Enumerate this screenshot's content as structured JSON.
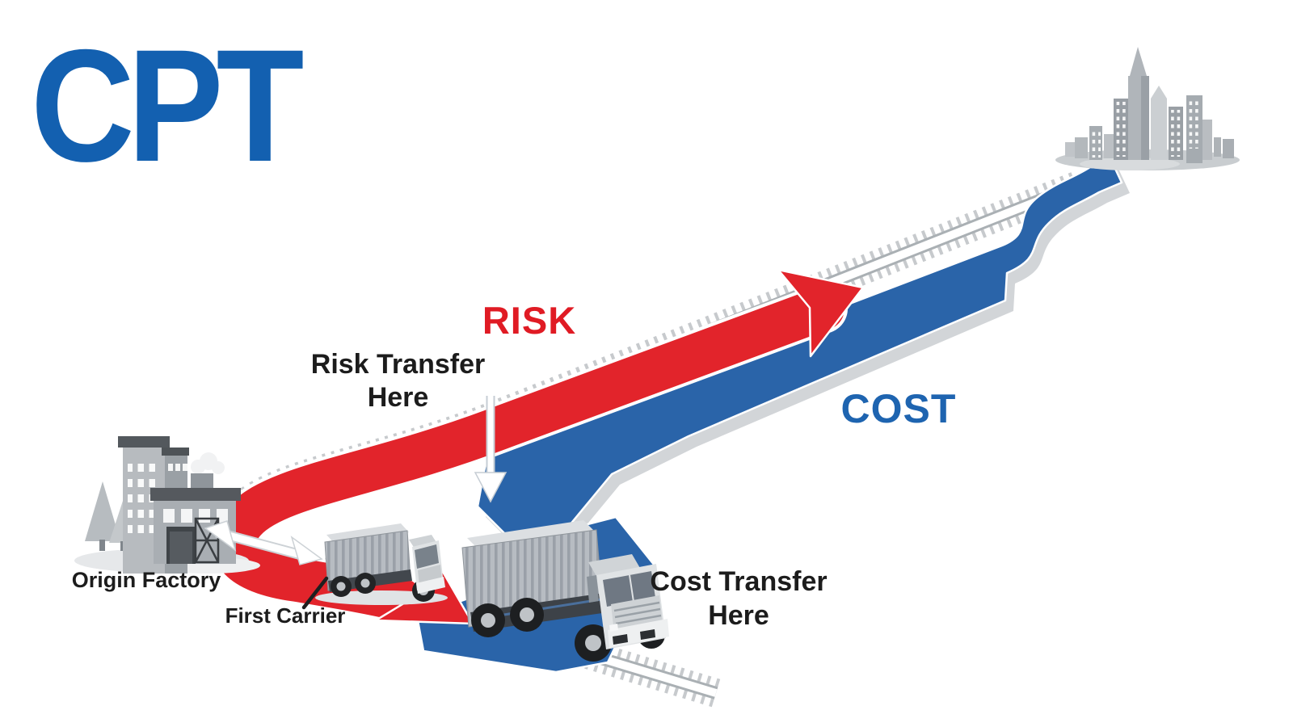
{
  "title": "CPT",
  "labels": {
    "risk": "RISK",
    "cost": "COST",
    "risk_transfer": {
      "line1": "Risk Transfer",
      "line2": "Here"
    },
    "cost_transfer": {
      "line1": "Cost Transfer",
      "line2": "Here"
    },
    "origin_factory": "Origin Factory",
    "first_carrier": "First Carrier"
  },
  "colors": {
    "title_blue": "#1360b0",
    "risk_red": "#e2242b",
    "risk_text_red": "#e01b24",
    "cost_blue": "#2a64a9",
    "cost_text_blue": "#1e64b0",
    "label_black": "#1c1c1c",
    "illustration_gray": "#b5b9bd",
    "track_gray": "#c7cacd"
  },
  "illustrations": {
    "origin_factory": "factory-buildings-with-trees-icon",
    "destination_city": "city-skyline-icon",
    "first_carrier_truck": "small-container-truck-icon",
    "main_carrier_truck": "large-container-truck-icon",
    "railroad": "railway-track-icon",
    "handover_arrow": "white-double-headed-arrow-icon",
    "risk_transfer_pointer": "white-down-arrow-icon"
  }
}
